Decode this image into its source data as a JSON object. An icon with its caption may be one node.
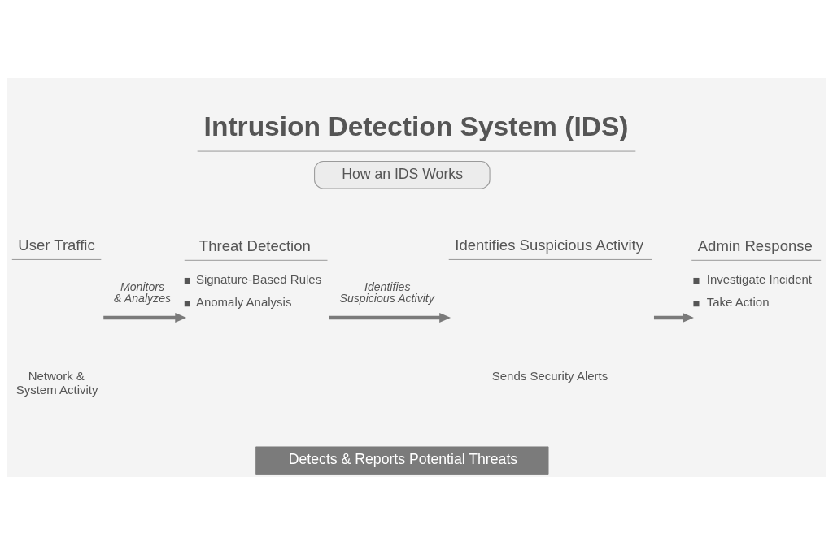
{
  "diagram": {
    "title": "Intrusion Detection System (IDS)",
    "nodes": [
      {
        "text": [
          "How an IDS Works"
        ]
      },
      {
        "text": [
          "User Traffic",
          "Network & System Activity"
        ]
      },
      {
        "text": [
          "Threat Detection",
          "Signature-Based Rules",
          "Anomaly Analysis"
        ]
      },
      {
        "text": [
          "Identifies Suspicious Activity",
          "Sends Security Alerts"
        ]
      },
      {
        "text": [
          "Admin Response",
          "Investigate Incident",
          "Take Action"
        ]
      },
      {
        "text": [
          "Detects & Reports Potential Threats"
        ]
      }
    ],
    "edges": [
      {
        "from": 1,
        "to": 2,
        "arrow": "to",
        "label": "Monitors & Analyzes"
      },
      {
        "from": 2,
        "to": 3,
        "arrow": "to",
        "label": "Identifies Suspicious Activity"
      },
      {
        "from": 3,
        "to": 4,
        "arrow": "to"
      }
    ]
  }
}
